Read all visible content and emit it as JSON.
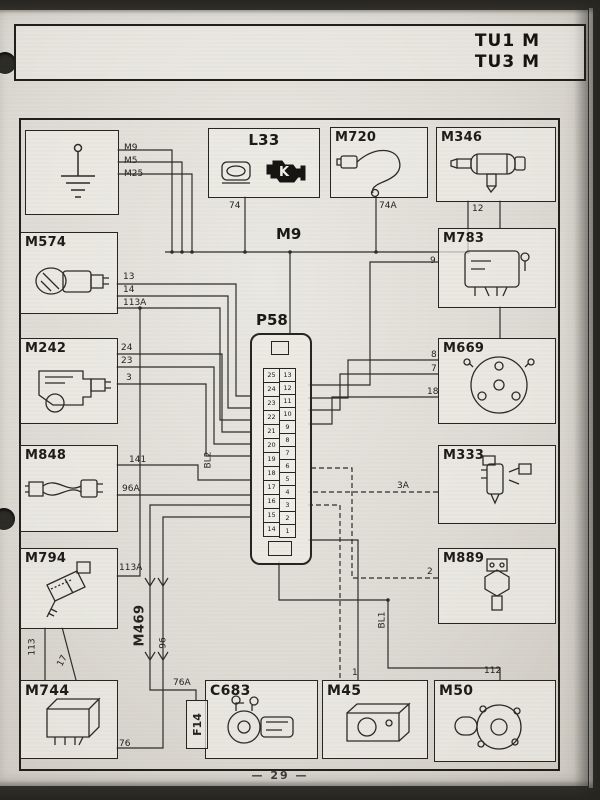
{
  "header": {
    "line1": "TU1 M",
    "line2": "TU3 M"
  },
  "footer": {
    "page": "— 29 —"
  },
  "bus_label": "M9",
  "connector": {
    "label": "P58",
    "pins_left": [
      "25",
      "24",
      "23",
      "22",
      "21",
      "20",
      "19",
      "18",
      "17",
      "16",
      "15",
      "14"
    ],
    "pins_right": [
      "13",
      "12",
      "11",
      "10",
      "9",
      "8",
      "7",
      "6",
      "5",
      "4",
      "3",
      "2",
      "1"
    ]
  },
  "components": {
    "l33": {
      "label": "L33",
      "mil_letter": "K"
    },
    "m720": {
      "label": "M720"
    },
    "m346": {
      "label": "M346"
    },
    "m574": {
      "label": "M574"
    },
    "m783": {
      "label": "M783"
    },
    "m242": {
      "label": "M242"
    },
    "m669": {
      "label": "M669"
    },
    "m848": {
      "label": "M848"
    },
    "m333": {
      "label": "M333"
    },
    "m794": {
      "label": "M794"
    },
    "m889": {
      "label": "M889"
    },
    "m744": {
      "label": "M744"
    },
    "c683": {
      "label": "C683"
    },
    "m45": {
      "label": "M45"
    },
    "m50": {
      "label": "M50"
    },
    "f14": {
      "label": "F14"
    },
    "m469": {
      "label": "M469"
    }
  },
  "wires": {
    "m9": "M9",
    "m5": "M5",
    "m25": "M25",
    "n74": "74",
    "n74a": "74A",
    "n12": "12",
    "n9": "9",
    "n13": "13",
    "n14": "14",
    "n113a_a": "113A",
    "n24": "24",
    "n23": "23",
    "n3": "3",
    "n8": "8",
    "n7": "7",
    "n18": "18",
    "n141": "141",
    "bl2": "BL2",
    "n96a": "96A",
    "n3a": "3A",
    "n113a_b": "113A",
    "n2": "2",
    "n113": "113",
    "n17": "17",
    "n96": "96",
    "bl1": "BL1",
    "n1": "1",
    "n112": "112",
    "n76a": "76A",
    "n76": "76"
  }
}
